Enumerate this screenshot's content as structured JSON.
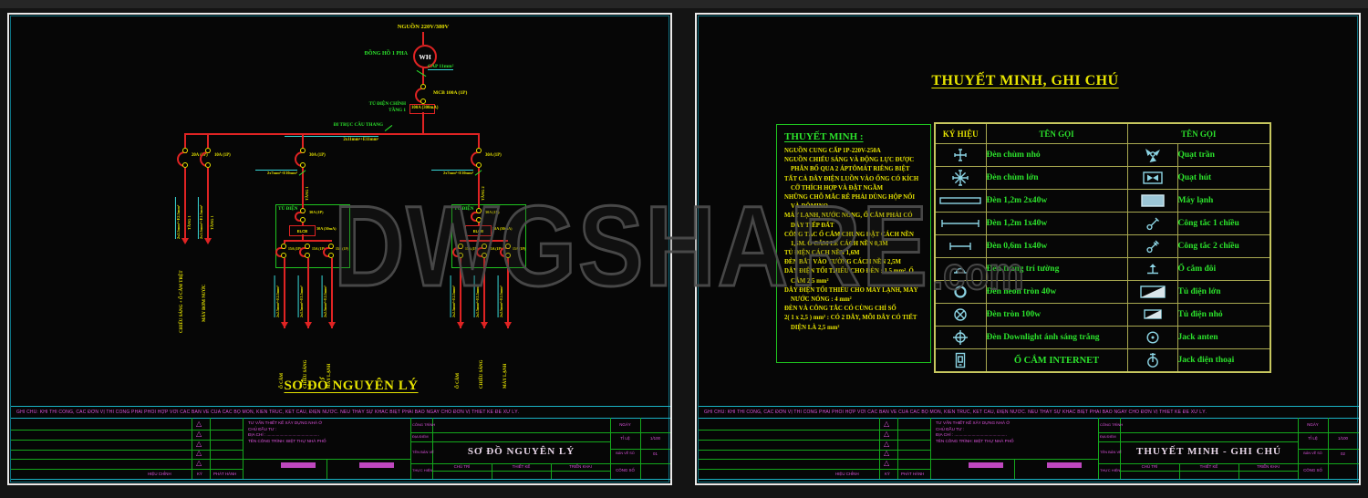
{
  "watermark": {
    "text": "DWGSHARE",
    "suffix": ".com"
  },
  "note": "GHI CHÚ: KHI THI CÔNG, CÁC ĐƠN VỊ THI CÔNG PHẢI PHỐI HỢP VỚI CÁC BẢN VẼ CỦA CÁC BỘ MÔN, KIẾN TRÚC, KẾT CẤU, ĐIỆN NƯỚC. NẾU THẤY SỰ KHÁC BIỆT PHẢI BÁO NGAY CHO ĐƠN VỊ THIẾT KẾ ĐỂ XỬ LÝ.",
  "colors": {
    "wire_red": "#df2323",
    "label_green": "#2ce22c",
    "label_yellow": "#e6e300",
    "cable_cyan": "#38d8d8",
    "titleblock_magenta": "#e054e0"
  },
  "sheet_left": {
    "title": "SƠ ĐỒ NGUYÊN LÝ",
    "drawing_no": "01",
    "schematic": {
      "source": "NGUỒN 220V/380V",
      "meter_name": "ĐỒNG HỒ 1 PHA",
      "meter_symbol": "WH",
      "main_cable": "CÁP 11mm²",
      "mcb": "MCB 100A (1P)",
      "main_panel_name_1": "TỦ ĐIỆN CHÍNH",
      "main_panel_name_2": "TẦNG 1",
      "main_rcd": "100A (300mA)",
      "riser": "ĐI TRỤC CẦU THANG",
      "riser_cable": "2x11mm²+E11mm²",
      "branches": {
        "a": {
          "breaker": "20A (1P)",
          "cable": "2x2.5mm²+E2.5mm²",
          "floor": "TẦNG 1",
          "load": "CHIẾU SÁNG + Ổ CẮM TRỆT"
        },
        "b": {
          "breaker": "10A (1P)",
          "cable": "2x1.5mm²+E1.5mm²",
          "floor": "TẦNG 1",
          "load": "MÁY BƠM NƯỚC"
        },
        "c": {
          "breaker": "30A (1P)",
          "cable": "2x7mm²+E10mm²",
          "floor": "TẦNG 1"
        },
        "d": {
          "breaker": "30A (1P)",
          "cable": "2x7mm²+E10mm²",
          "floor": "TẦNG 2"
        }
      },
      "panel": {
        "name": "TỦ ĐIỆN",
        "main_breaker": "30A (1P)",
        "elcb": "ELCB",
        "elcb_rating": "30A (30mA)",
        "circuit_breaker": "15A (1P)",
        "circuits": [
          {
            "cable": "2x2.5mm²+E2.5mm²",
            "load": "Ổ CẮM"
          },
          {
            "cable": "2x1.5mm²+E1.5mm²",
            "load": "CHIẾU SÁNG"
          },
          {
            "cable": "2x2.5mm²+E2.5mm²",
            "load": "MÁY LẠNH"
          }
        ]
      }
    }
  },
  "sheet_right": {
    "title": "THUYẾT MINH, GHI CHÚ",
    "drawing_title": "THUYẾT MINH - GHI CHÚ",
    "drawing_no": "02",
    "notes": {
      "heading": "THUYẾT MINH :",
      "items": [
        "NGUỒN CUNG CẤP 1P-220V-250A",
        "NGUỒN CHIẾU SÁNG VÀ ĐỘNG LỰC ĐƯỢC PHÂN BỔ QUA 2 ÁPTÔMÁT RIÊNG BIỆT",
        "TẤT CẢ DÂY ĐIỆN LUỒN VÀO ỐNG CÓ KÍCH CỠ THÍCH HỢP VÀ ĐẶT NGẦM",
        "NHỮNG CHỖ MẮC RẼ PHẢI DÙNG HỘP NỐI VÀ ĐÔMINO",
        "MÁY LẠNH, NƯỚC NÓNG, Ổ CẮM PHẢI CÓ DÂY TIẾP ĐẤT",
        "CÔNG TẮC Ổ CẮM CHUNG ĐẶT CÁCH NỀN 1,5M.  Ổ CẮM LẺ CÁCH NỀN 0,3M",
        "TỦ ĐIỆN CÁCH NỀN 1,6M",
        "ĐÈN BẮT VÀO TƯỜNG CÁCH NỀN 2,5M",
        "DÂY ĐIỆN TỐI THIỂU CHO ĐÈN : 1,5 mm², Ổ CẮM 2,5 mm²",
        "DÂY ĐIỆN TỐI THIỂU CHO MÁY LẠNH, MÁY NƯỚC NÓNG : 4 mm²",
        "ĐÈN VÀ CÔNG TẮC CÓ CÙNG CHỈ SỐ",
        "2( 1 x 2,5 ) mm² : CÓ 2 DÂY, MỖI DÂY CÓ TIẾT DIỆN LÀ 2,5 mm²"
      ]
    },
    "legend": {
      "header_symbol": "KÝ HIỆU",
      "header_name": "TÊN GỌI",
      "header_name2": "TÊN GỌI",
      "rows": [
        {
          "left_icon": "chandelier-small-icon",
          "left_name": "Đèn chùm nhỏ",
          "right_icon": "ceiling-fan-icon",
          "right_name": "Quạt trần"
        },
        {
          "left_icon": "chandelier-large-icon",
          "left_name": "Đèn chùm lớn",
          "right_icon": "exhaust-fan-icon",
          "right_name": "Quạt hút"
        },
        {
          "left_icon": "fluorescent-1m2-2x40-icon",
          "left_name": "Đèn 1,2m 2x40w",
          "right_icon": "air-conditioner-icon",
          "right_name": "Máy lạnh"
        },
        {
          "left_icon": "fluorescent-1m2-1x40-icon",
          "left_name": "Đèn 1,2m 1x40w",
          "right_icon": "switch-1way-icon",
          "right_name": "Công tắc 1 chiều"
        },
        {
          "left_icon": "fluorescent-0m6-icon",
          "left_name": "Đèn 0,6m 1x40w",
          "right_icon": "switch-2way-icon",
          "right_name": "Công tắc 2 chiều"
        },
        {
          "left_icon": "wall-light-icon",
          "left_name": "Đèn trang trí tường",
          "right_icon": "double-socket-icon",
          "right_name": "Ổ cắm đôi"
        },
        {
          "left_icon": "neon-ring-icon",
          "left_name": "Đèn neon tròn 40w",
          "right_icon": "panel-large-icon",
          "right_name": "Tủ điện lớn"
        },
        {
          "left_icon": "round-light-icon",
          "left_name": "Đèn tròn  100w",
          "right_icon": "panel-small-icon",
          "right_name": "Tủ điện nhỏ"
        },
        {
          "left_icon": "downlight-icon",
          "left_name": "Đèn Downlight ánh sáng trắng",
          "right_icon": "antenna-jack-icon",
          "right_name": "Jack anten"
        },
        {
          "left_icon": "internet-socket-icon",
          "left_name": "Ổ CẮM INTERNET",
          "right_icon": "phone-jack-icon",
          "right_name": "Jack điện thoại"
        }
      ]
    }
  },
  "titleblock": {
    "company": "TƯ VẤN THIẾT KẾ XÂY DỰNG NHÀ Ở",
    "investor": "CHỦ ĐẦU TƯ :",
    "address": "ĐỊA CHỈ : .............................................",
    "project": "TÊN CÔNG TRÌNH: BIỆT THỰ NHÀ PHỐ",
    "cong_trinh": "CÔNG TRÌNH",
    "dia_diem": "ĐỊA ĐIỂM",
    "ten_ban_ve": "TÊN BẢN VẼ",
    "thuc_hien": "THỰC HIỆN",
    "chu_tri": "CHỦ TRÌ",
    "thiet_ke": "THIẾT KẾ",
    "trien_khai": "TRIỂN KHAI",
    "ngay": "NGÀY",
    "ti_le": "TỈ LỆ",
    "ban_ve_so": "BẢN VẼ SỐ",
    "cong_so": "CÔNG SỐ",
    "scale": "1/100",
    "hieu_chinh": "HIỆU CHỈNH",
    "ky": "KÝ",
    "phat_hanh": "PHÁT HÀNH"
  }
}
